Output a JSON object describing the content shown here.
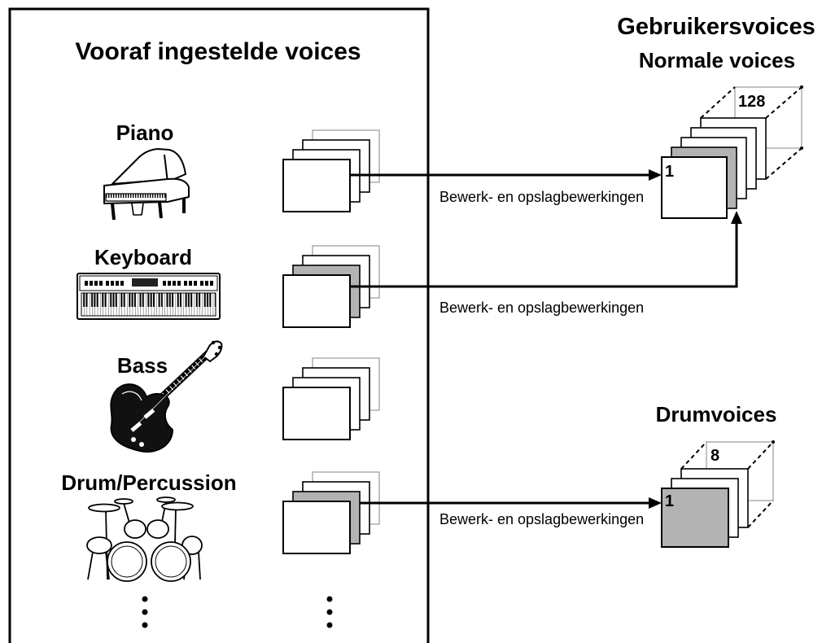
{
  "left_panel": {
    "title": "Vooraf ingestelde voices",
    "categories": [
      {
        "label": "Piano",
        "icon": "grand-piano-icon"
      },
      {
        "label": "Keyboard",
        "icon": "keyboard-synthesizer-icon"
      },
      {
        "label": "Bass",
        "icon": "bass-guitar-icon"
      },
      {
        "label": "Drum/Percussion",
        "icon": "drum-kit-icon"
      }
    ]
  },
  "flows": [
    {
      "label": "Bewerk- en opslagbewerkingen"
    },
    {
      "label": "Bewerk- en opslagbewerkingen"
    },
    {
      "label": "Bewerk- en opslagbewerkingen"
    }
  ],
  "user_voices": {
    "title": "Gebruikersvoices",
    "normal": {
      "title": "Normale voices",
      "first": "1",
      "last": "128"
    },
    "drum": {
      "title": "Drumvoices",
      "first": "1",
      "last": "8"
    }
  },
  "colors": {
    "ink": "#000000",
    "highlighted_card": "#b3b3b3",
    "background_card_outline": "#999999"
  }
}
